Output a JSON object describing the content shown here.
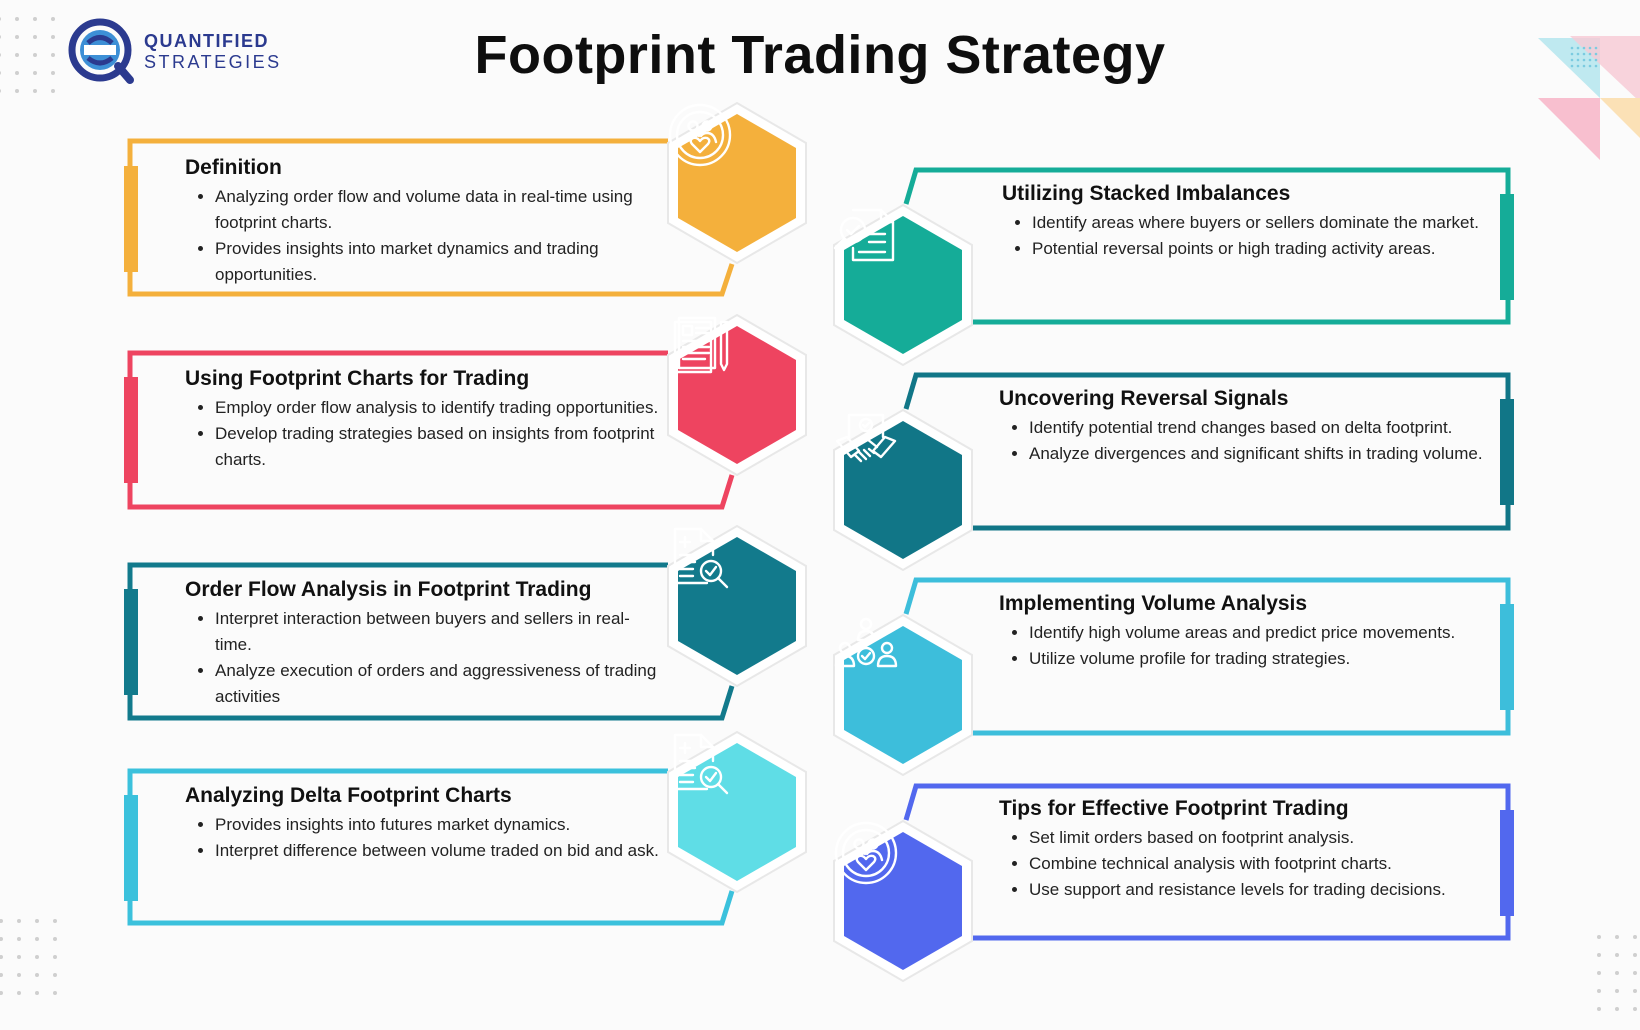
{
  "title": "Footprint Trading Strategy",
  "logo": {
    "line1": "QUANTIFIED",
    "line2": "STRATEGIES",
    "color": "#2b3a8f"
  },
  "left_items": [
    {
      "title": "Definition",
      "color": "#f4b03c",
      "icon": "group-heart-icon",
      "bullets": [
        "Analyzing order flow and volume data in real-time using footprint charts.",
        "Provides insights into market dynamics and trading opportunities."
      ]
    },
    {
      "title": "Using Footprint Charts for Trading",
      "color": "#ee4460",
      "icon": "document-pen-icon",
      "bullets": [
        "Employ order flow analysis to identify trading opportunities.",
        "Develop trading strategies based on insights from footprint charts."
      ]
    },
    {
      "title": "Order Flow Analysis in Footprint Trading",
      "color": "#127a8c",
      "icon": "checklist-search-icon",
      "bullets": [
        "Interpret interaction between buyers and sellers in real-time.",
        "Analyze execution of orders and aggressiveness of trading activities"
      ]
    },
    {
      "title": "Analyzing Delta Footprint Charts",
      "color": "#3bc1dc",
      "icon": "checklist-search-icon",
      "bullets": [
        "Provides insights into futures market dynamics.",
        "Interpret difference between volume traded on bid and ask."
      ]
    }
  ],
  "right_items": [
    {
      "title": "Utilizing Stacked Imbalances",
      "color": "#15ac98",
      "icon": "document-magnifier-icon",
      "bullets": [
        "Identify areas where buyers or sellers dominate the market.",
        "Potential reversal points or high trading activity areas."
      ]
    },
    {
      "title": "Uncovering Reversal Signals",
      "color": "#117687",
      "icon": "handshake-icon",
      "bullets": [
        "Identify potential trend changes based on delta footprint.",
        "Analyze divergences and significant shifts in trading volume."
      ]
    },
    {
      "title": "Implementing Volume Analysis",
      "color": "#3dbedb",
      "icon": "team-check-icon",
      "bullets": [
        "Identify high volume areas and predict price movements.",
        "Utilize volume profile for trading strategies."
      ]
    },
    {
      "title": "Tips for Effective Footprint Trading",
      "color": "#5268ee",
      "icon": "group-heart-icon",
      "bullets": [
        "Set limit orders based on footprint analysis.",
        "Combine technical analysis with footprint charts.",
        "Use support and resistance levels for trading decisions."
      ]
    }
  ]
}
